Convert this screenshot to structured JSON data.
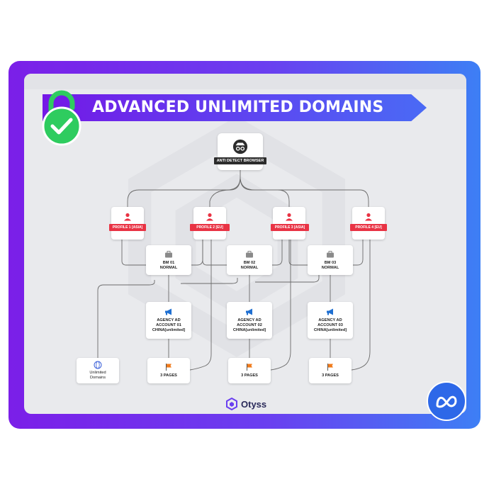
{
  "title": "ADVANCED UNLIMITED DOMAINS",
  "browser": {
    "label": "ANTI DETECT BROWSER"
  },
  "profiles": [
    {
      "label": "PROFILE 1 [ASIA]"
    },
    {
      "label": "PROFILE 2 [EU]"
    },
    {
      "label": "PROFILE 3 [ASIA]"
    },
    {
      "label": "PROFILE 4 [EU]"
    }
  ],
  "bms": [
    {
      "line1": "BM 01",
      "line2": "NORMAL"
    },
    {
      "line1": "BM 02",
      "line2": "NORMAL"
    },
    {
      "line1": "BM 03",
      "line2": "NORMAL"
    }
  ],
  "agencies": [
    {
      "line1": "AGENCY AD",
      "line2": "ACCOUNT 01",
      "line3": "CHINA[unlimited]"
    },
    {
      "line1": "AGENCY AD",
      "line2": "ACCOUNT 02",
      "line3": "CHINA[unlimited]"
    },
    {
      "line1": "AGENCY AD",
      "line2": "ACCOUNT 03",
      "line3": "CHINA[unlimited]"
    }
  ],
  "pages": [
    {
      "label": "3 PAGES"
    },
    {
      "label": "3 PAGES"
    },
    {
      "label": "3 PAGES"
    }
  ],
  "domains": {
    "line1": "Unlimited",
    "line2": "Domains"
  },
  "brand": {
    "name": "Otyss"
  },
  "colors": {
    "profile_red": "#e93344",
    "accent_purple": "#7418e6",
    "meta_blue": "#2d68e8",
    "check_green": "#2ecc5f"
  },
  "icons": [
    "lock-check-icon",
    "spy-icon",
    "user-icon",
    "briefcase-icon",
    "megaphone-icon",
    "flag-icon",
    "globe-icon",
    "meta-logo-icon",
    "otyss-logo-icon"
  ]
}
